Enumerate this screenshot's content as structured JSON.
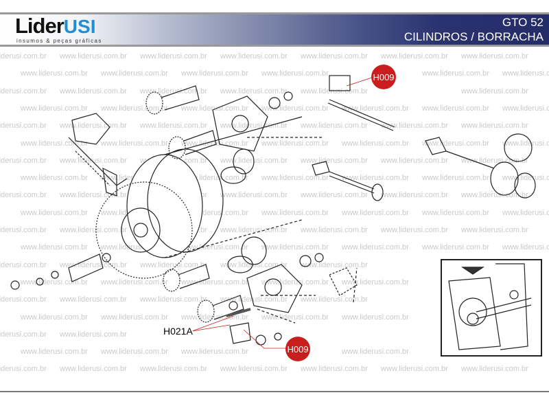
{
  "header": {
    "logo_main": "Lider",
    "logo_accent": "USI",
    "logo_tagline": "insumos & peças gráficas",
    "model": "GTO 52",
    "section": "CILINDROS / BORRACHA"
  },
  "watermark": "www.liderusi.com.br",
  "callouts": [
    {
      "id": "H009",
      "label": "H009"
    },
    {
      "id": "H009-lower",
      "label": "H009"
    },
    {
      "id": "H021A",
      "label": "H021A"
    }
  ],
  "colors": {
    "badge": "#c81e1e",
    "header_dark": "#232b68",
    "logo_blue": "#1d8fd6"
  }
}
